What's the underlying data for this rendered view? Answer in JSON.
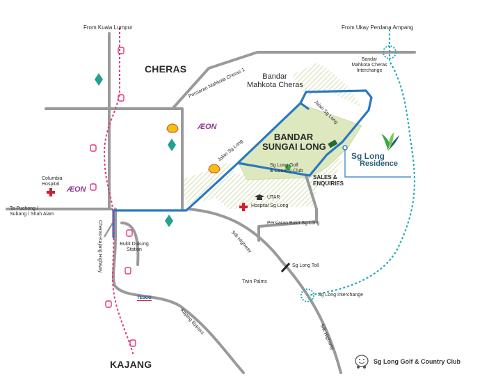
{
  "map": {
    "areas": {
      "cheras": "CHERAS",
      "kajang": "KAJANG",
      "bandar_mahkota_cheras_l1": "Bandar",
      "bandar_mahkota_cheras_l2": "Mahkota Cheras",
      "bandar_sungai_long_l1": "BANDAR",
      "bandar_sungai_long_l2": "SUNGAI LONG"
    },
    "directions": {
      "from_kuala_lumpur": "From Kuala Lumpur",
      "from_ukay": "From Ukay Perdana Ampang",
      "to_puchong_l1": "To Puchong /",
      "to_puchong_l2": "Subang / Shah Alam"
    },
    "roads": {
      "persiaran_mahkota_cheras": "Persiaran Mahkota Cheras 1",
      "jalan_sg_long_upper": "Jalan Sg Long",
      "jalan_sg_long_lower": "Jalan Sg Long",
      "cheras_kajang_highway": "Cheras-Kajang Highway",
      "silk_highway_upper": "Silk Highway",
      "silk_highway_lower": "Silk Highway",
      "kajang_bypass": "Kajang Bypass",
      "persiaran_bukit_sg_long": "Persiaran Bukit Sg Long"
    },
    "places": {
      "bmc_interchange_l1": "Bandar",
      "bmc_interchange_l2": "Mahkota Cheras",
      "bmc_interchange_l3": "Interchange",
      "columbia_l1": "Columbia",
      "columbia_l2": "Hospital",
      "bukit_dukung_l1": "Bukit Dukung",
      "bukit_dukung_l2": "Station",
      "golf_l1": "Sg Long Golf",
      "golf_l2": "& Country Club",
      "sales_l1": "SALES &",
      "sales_l2": "ENQUIRIES",
      "utar": "UTAR",
      "hospital_sg_long": "Hospital Sg Long",
      "sg_long_toll": "Sg Long Toll",
      "twin_palms": "Twin Palms",
      "sg_long_interchange": "Sg Long Interchange"
    },
    "brands": {
      "aeon": "ÆON",
      "tesco": "TESCO"
    }
  },
  "logo": {
    "line1": "Sg Long",
    "line2": "Residence"
  },
  "footer": {
    "caption": "Sg Long Golf & Country Club"
  },
  "colors": {
    "road": "#9a9a9a",
    "route": "#2a78c2",
    "rail": "#e2357a",
    "new_road": "#2aaab8",
    "green_area": "#dde8bf",
    "shell": "#f4c20d"
  }
}
